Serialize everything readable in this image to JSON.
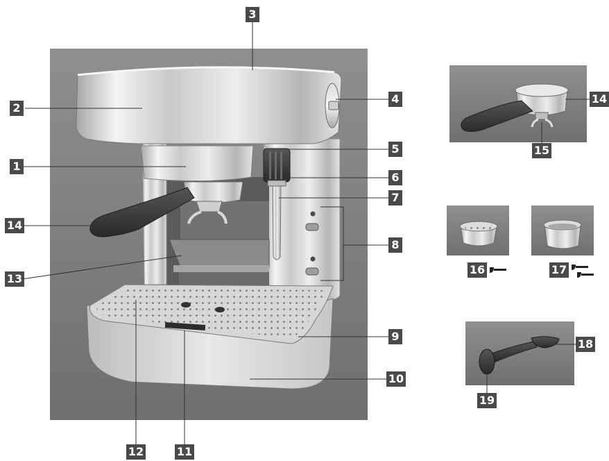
{
  "callouts": {
    "c1": "1",
    "c2": "2",
    "c3": "3",
    "c4": "4",
    "c5": "5",
    "c6": "6",
    "c7": "7",
    "c8": "8",
    "c9": "9",
    "c10": "10",
    "c11": "11",
    "c12": "12",
    "c13": "13",
    "c14_main": "14",
    "c14_detail": "14",
    "c15": "15",
    "c16": "16",
    "c17": "17",
    "c18": "18",
    "c19": "19"
  },
  "parts": {
    "machine": "espresso-machine",
    "filter_holder": "filter-holder",
    "single_filter": "single-shot-filter",
    "double_filter": "double-shot-filter",
    "tamper": "measuring-spoon-tamper"
  },
  "colors": {
    "panel_bg": "#8e8e8e",
    "callout_bg": "#4a4a4a",
    "handle": "#3a3a3a",
    "steel_light": "#e6e6e6",
    "steel_dark": "#9a9a9a"
  }
}
